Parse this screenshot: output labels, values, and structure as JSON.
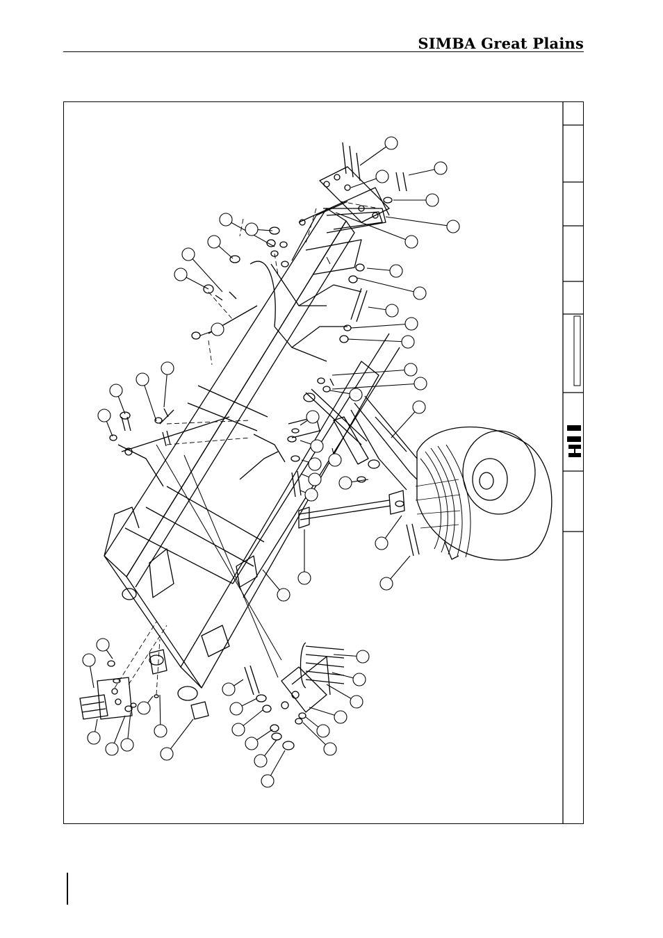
{
  "header": {
    "brand_bold": "SIMBA",
    "brand_rest": " Great Plains"
  },
  "drawing": {
    "title_block_cells": 8,
    "callout_count": 62
  },
  "colors": {
    "ink": "#000000",
    "paper": "#ffffff"
  }
}
